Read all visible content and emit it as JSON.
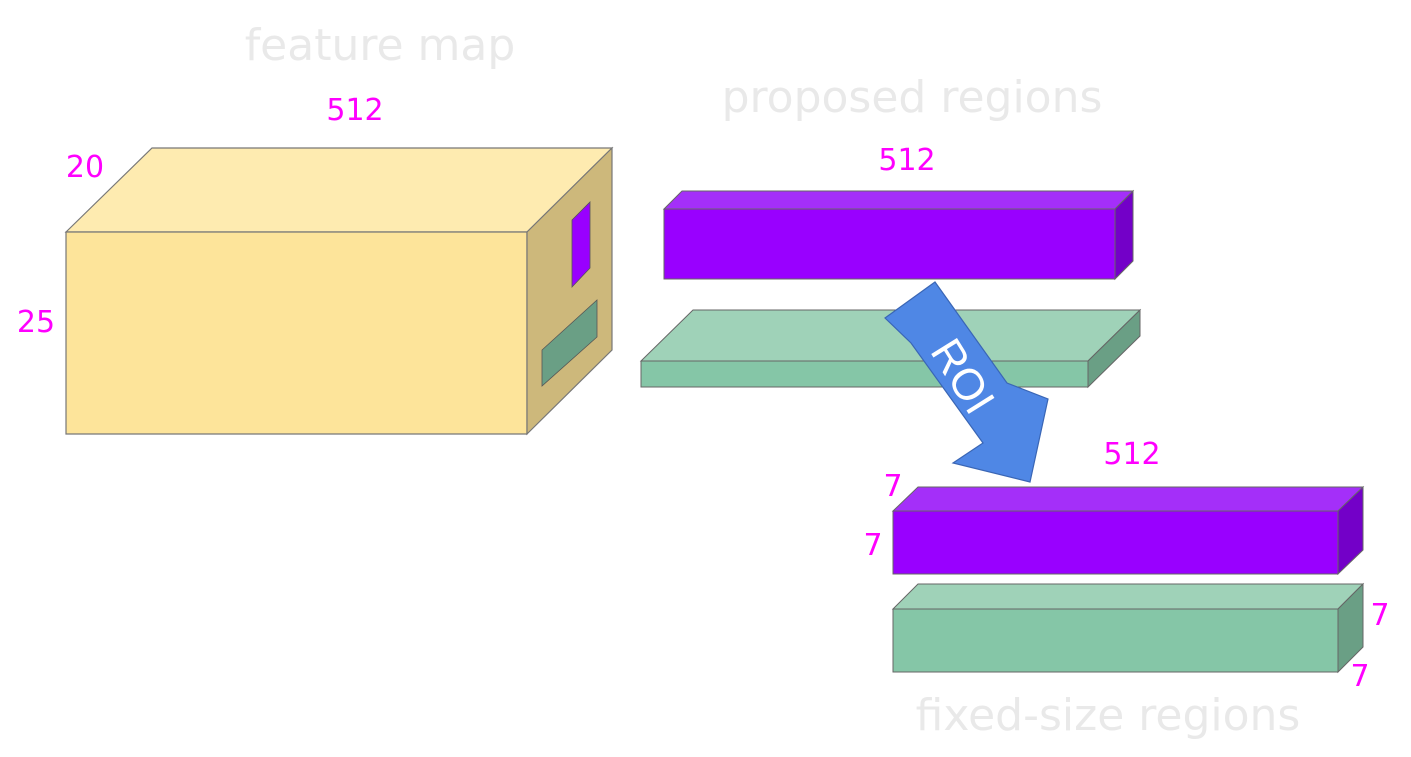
{
  "titles": {
    "feature_map": "feature map",
    "proposed_regions": "proposed regions",
    "fixed_size_regions": "fixed-size regions"
  },
  "feature_map_dims": {
    "width": "512",
    "depth": "20",
    "height": "25"
  },
  "proposed_dims": {
    "width": "512"
  },
  "roi_label": "ROI",
  "fixed_dims": {
    "width": "512",
    "depth": "7",
    "height": "7",
    "green_depth": "7",
    "green_height": "7"
  },
  "colors": {
    "dimension_text": "#ff00ff",
    "title_text": "#e9e9e9",
    "box_front": "#fde49a",
    "box_top": "#feebb0",
    "box_side": "#cdb87b",
    "purple_front": "#9900ff",
    "purple_top": "#a42ff9",
    "purple_side": "#7300c8",
    "green_front": "#85c6a7",
    "green_top": "#9fd2b8",
    "green_side": "#6a9f85",
    "arrow": "#4f87e5"
  }
}
